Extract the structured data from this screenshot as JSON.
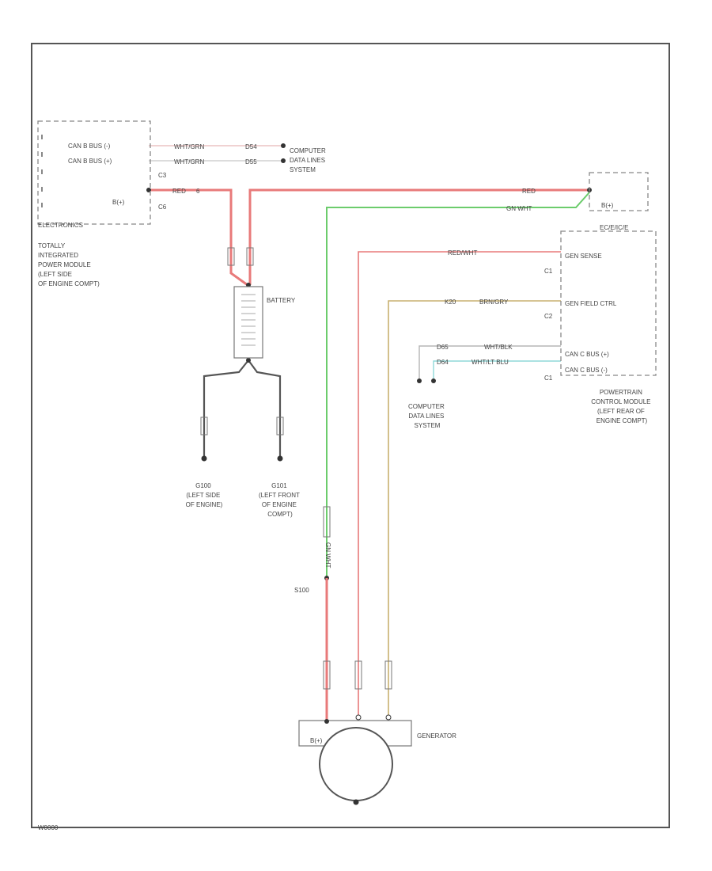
{
  "colors": {
    "red_wire": "#e87a7a",
    "green_wire": "#6ccc6c",
    "tan_wire": "#c8b070",
    "white_wire": "#bdbdbd",
    "cyan_wire": "#8fd8d8",
    "frame": "#555555"
  },
  "tipm": {
    "pins": [
      "CAN B BUS (-)",
      "CAN B BUS (+)",
      "B(+)"
    ],
    "connectors": [
      "C3",
      "C6"
    ],
    "section": "ELECTRONICS",
    "description": [
      "TOTALLY",
      "INTEGRATED",
      "POWER MODULE",
      "(LEFT SIDE",
      "OF ENGINE COMPT)"
    ]
  },
  "wires": {
    "can_top": {
      "circuit": "D54",
      "color": "WHT/GRN"
    },
    "can_bot": {
      "circuit": "D55",
      "color": "WHT/GRN"
    },
    "tipm_batt": {
      "circuit": "",
      "color": "RED",
      "gauge": "6"
    },
    "gen_b": {
      "color": "RED"
    },
    "sense": {
      "circuit": "",
      "color": "RED/WHT"
    },
    "field": {
      "circuit": "K20",
      "color": "BRN/GRY"
    },
    "can_c_plus": {
      "circuit": "D65",
      "color": "WHT/BLK"
    },
    "can_c_minus": {
      "circuit": "D64",
      "color": "WHT/LT BLU"
    },
    "green_tap": {
      "color": "GN WHT"
    },
    "green_vert": {
      "color": "GN WHT"
    }
  },
  "computer_data_top": [
    "COMPUTER",
    "DATA LINES",
    "SYSTEM"
  ],
  "computer_data_mid": [
    "COMPUTER",
    "DATA LINES",
    "SYSTEM"
  ],
  "battery": {
    "label": "BATTERY"
  },
  "grounds": [
    {
      "id": "G100",
      "lines": [
        "G100",
        "(LEFT SIDE",
        "OF ENGINE)"
      ]
    },
    {
      "id": "G101",
      "lines": [
        "G101",
        "(LEFT FRONT",
        "OF ENGINE",
        "COMPT)"
      ]
    }
  ],
  "splice": {
    "label": "S100"
  },
  "generator": {
    "label": "GENERATOR",
    "terminal": "B(+)"
  },
  "pcm": {
    "header": "EC/E/IC/E",
    "pins": [
      "GEN SENSE",
      "GEN FIELD CTRL",
      "CAN C BUS (+)",
      "CAN C BUS (-)"
    ],
    "connectors": [
      "C1",
      "C2",
      "C1"
    ],
    "description": [
      "POWERTRAIN",
      "CONTROL MODULE",
      "(LEFT REAR OF",
      "ENGINE COMPT)"
    ]
  },
  "small_box": {
    "label": "B(+)"
  },
  "footer": {
    "code": "W0000"
  }
}
